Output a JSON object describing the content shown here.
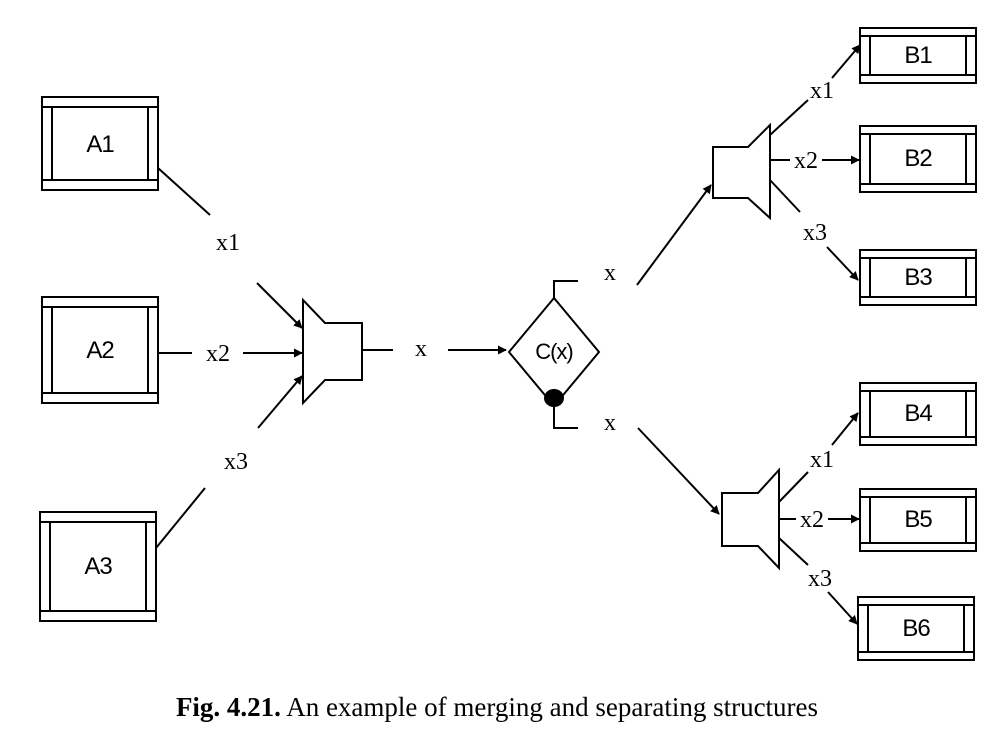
{
  "sources": [
    {
      "id": "A1",
      "label": "A1",
      "flow": "x1"
    },
    {
      "id": "A2",
      "label": "A2",
      "flow": "x2"
    },
    {
      "id": "A3",
      "label": "A3",
      "flow": "x3"
    }
  ],
  "merged_flow": "x",
  "condition": "C(x)",
  "branch_flows": {
    "true": "x",
    "false": "x"
  },
  "targets_upper": [
    {
      "id": "B1",
      "label": "B1",
      "flow": "x1"
    },
    {
      "id": "B2",
      "label": "B2",
      "flow": "x2"
    },
    {
      "id": "B3",
      "label": "B3",
      "flow": "x3"
    }
  ],
  "targets_lower": [
    {
      "id": "B4",
      "label": "B4",
      "flow": "x1"
    },
    {
      "id": "B5",
      "label": "B5",
      "flow": "x2"
    },
    {
      "id": "B6",
      "label": "B6",
      "flow": "x3"
    }
  ],
  "caption": {
    "number": "Fig. 4.21.",
    "text": "An example of merging and separating structures"
  }
}
